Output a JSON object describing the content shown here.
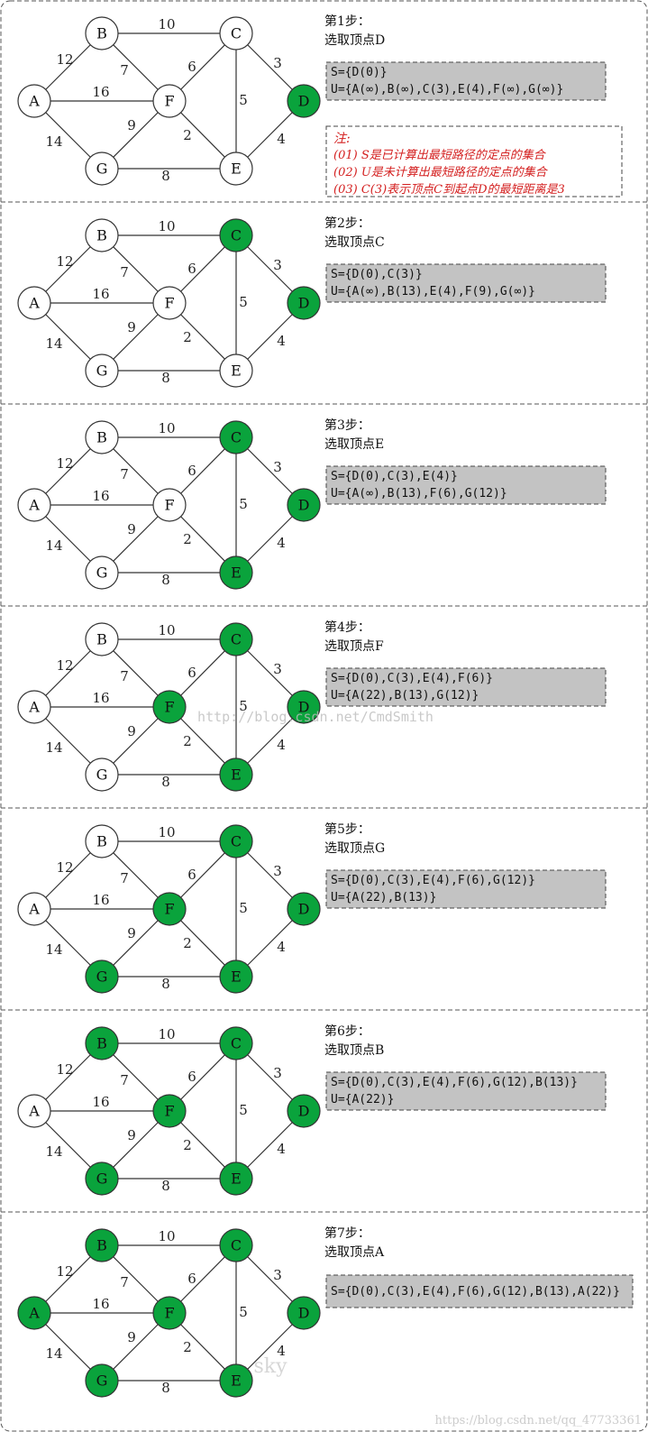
{
  "colors": {
    "visited": "#0aa33c",
    "unvisited": "#ffffff",
    "edge": "#333333",
    "box_fill": "#c3c3c3",
    "note_text": "#d42020"
  },
  "graph": {
    "nodes": [
      "A",
      "B",
      "C",
      "D",
      "E",
      "F",
      "G"
    ],
    "edges": [
      {
        "from": "A",
        "to": "B",
        "weight": "12"
      },
      {
        "from": "A",
        "to": "F",
        "weight": "16"
      },
      {
        "from": "A",
        "to": "G",
        "weight": "14"
      },
      {
        "from": "B",
        "to": "C",
        "weight": "10"
      },
      {
        "from": "B",
        "to": "F",
        "weight": "7"
      },
      {
        "from": "C",
        "to": "F",
        "weight": "6"
      },
      {
        "from": "C",
        "to": "D",
        "weight": "3"
      },
      {
        "from": "C",
        "to": "E",
        "weight": "5"
      },
      {
        "from": "F",
        "to": "G",
        "weight": "9"
      },
      {
        "from": "F",
        "to": "E",
        "weight": "2"
      },
      {
        "from": "G",
        "to": "E",
        "weight": "8"
      },
      {
        "from": "D",
        "to": "E",
        "weight": "4"
      }
    ]
  },
  "steps": [
    {
      "title": "第1步：",
      "subtitle": "选取顶点D",
      "visited": [
        "D"
      ],
      "s_line": "S={D(0)}",
      "u_line": "U={A(∞),B(∞),C(3),E(4),F(∞),G(∞)}"
    },
    {
      "title": "第2步：",
      "subtitle": "选取顶点C",
      "visited": [
        "D",
        "C"
      ],
      "s_line": "S={D(0),C(3)}",
      "u_line": "U={A(∞),B(13),E(4),F(9),G(∞)}"
    },
    {
      "title": "第3步：",
      "subtitle": "选取顶点E",
      "visited": [
        "D",
        "C",
        "E"
      ],
      "s_line": "S={D(0),C(3),E(4)}",
      "u_line": "U={A(∞),B(13),F(6),G(12)}"
    },
    {
      "title": "第4步：",
      "subtitle": "选取顶点F",
      "visited": [
        "D",
        "C",
        "E",
        "F"
      ],
      "s_line": "S={D(0),C(3),E(4),F(6)}",
      "u_line": "U={A(22),B(13),G(12)}"
    },
    {
      "title": "第5步：",
      "subtitle": "选取顶点G",
      "visited": [
        "D",
        "C",
        "E",
        "F",
        "G"
      ],
      "s_line": "S={D(0),C(3),E(4),F(6),G(12)}",
      "u_line": "U={A(22),B(13)}"
    },
    {
      "title": "第6步：",
      "subtitle": "选取顶点B",
      "visited": [
        "D",
        "C",
        "E",
        "F",
        "G",
        "B"
      ],
      "s_line": "S={D(0),C(3),E(4),F(6),G(12),B(13)}",
      "u_line": "U={A(22)}"
    },
    {
      "title": "第7步：",
      "subtitle": "选取顶点A",
      "visited": [
        "D",
        "C",
        "E",
        "F",
        "G",
        "B",
        "A"
      ],
      "s_line": "S={D(0),C(3),E(4),F(6),G(12),B(13),A(22)}",
      "u_line": ""
    }
  ],
  "note": {
    "title": "注:",
    "lines": [
      "(01) S是已计算出最短路径的定点的集合",
      "(02) U是未计算出最短路径的定点的集合",
      "(03) C(3)表示顶点C到起点D的最短距离是3"
    ]
  },
  "watermarks": {
    "center": "http://blog.csdn.net/CmdSmith",
    "sky": "sky",
    "bottom": "https://blog.csdn.net/qq_47733361"
  }
}
